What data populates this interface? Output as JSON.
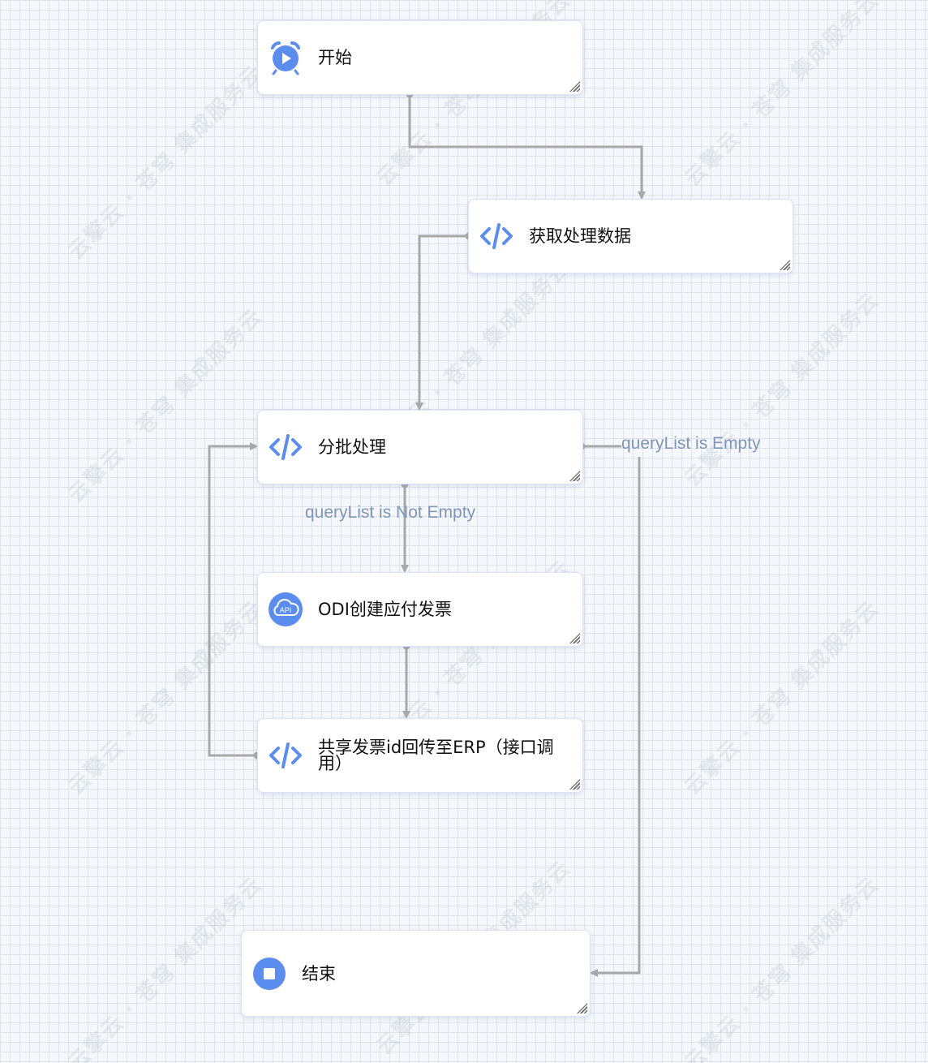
{
  "nodes": {
    "start": {
      "label": "开始",
      "icon": "alarm-clock-play-icon"
    },
    "fetch": {
      "label": "获取处理数据",
      "icon": "code-icon"
    },
    "batch": {
      "label": "分批处理",
      "icon": "code-icon"
    },
    "odi": {
      "label": "ODI创建应付发票",
      "icon": "api-cloud-icon",
      "icon_text": "API"
    },
    "share": {
      "label": "共享发票id回传至ERP（接口调用）",
      "icon": "code-icon"
    },
    "end": {
      "label": "结束",
      "icon": "stop-icon"
    }
  },
  "edges": {
    "not_empty": {
      "label": "queryList is Not Empty"
    },
    "empty": {
      "label": "queryList is Empty"
    }
  },
  "watermark": {
    "text": "云擎云 · 苍穹 集成服务云"
  },
  "colors": {
    "accent": "#5b8def",
    "edge": "#a8a8a8",
    "edge_label": "#7f97b8"
  }
}
